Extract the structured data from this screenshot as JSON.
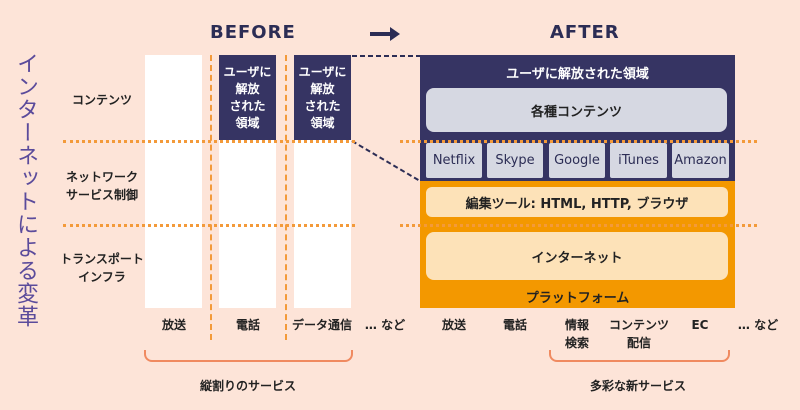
{
  "title": "インターネットによる変革",
  "before_label": "BEFORE",
  "after_label": "AFTER",
  "rows": [
    "コンテンツ",
    "ネットワーク\nサービス制御",
    "トランスポート\nインフラ"
  ],
  "before_navy": "ユーザに\n解放\nされた\n領域",
  "after": {
    "top_title": "ユーザに解放された領域",
    "contents": "各種コンテンツ",
    "services": [
      "Netflix",
      "Skype",
      "Google",
      "iTunes",
      "Amazon"
    ],
    "tools": "編集ツール: HTML, HTTP, ブラウザ",
    "internet": "インターネット",
    "platform": "プラットフォーム"
  },
  "before_cols": [
    "放送",
    "電話",
    "データ通信",
    "… など"
  ],
  "after_cols": [
    "放送",
    "電話",
    "情報\n検索",
    "コンテンツ\n配信",
    "EC",
    "… など"
  ],
  "before_caption": "縦割りのサービス",
  "after_caption": "多彩な新サービス",
  "colors": {
    "navy": "#363463",
    "orange": "#f39800",
    "bg": "#fde4d8"
  }
}
